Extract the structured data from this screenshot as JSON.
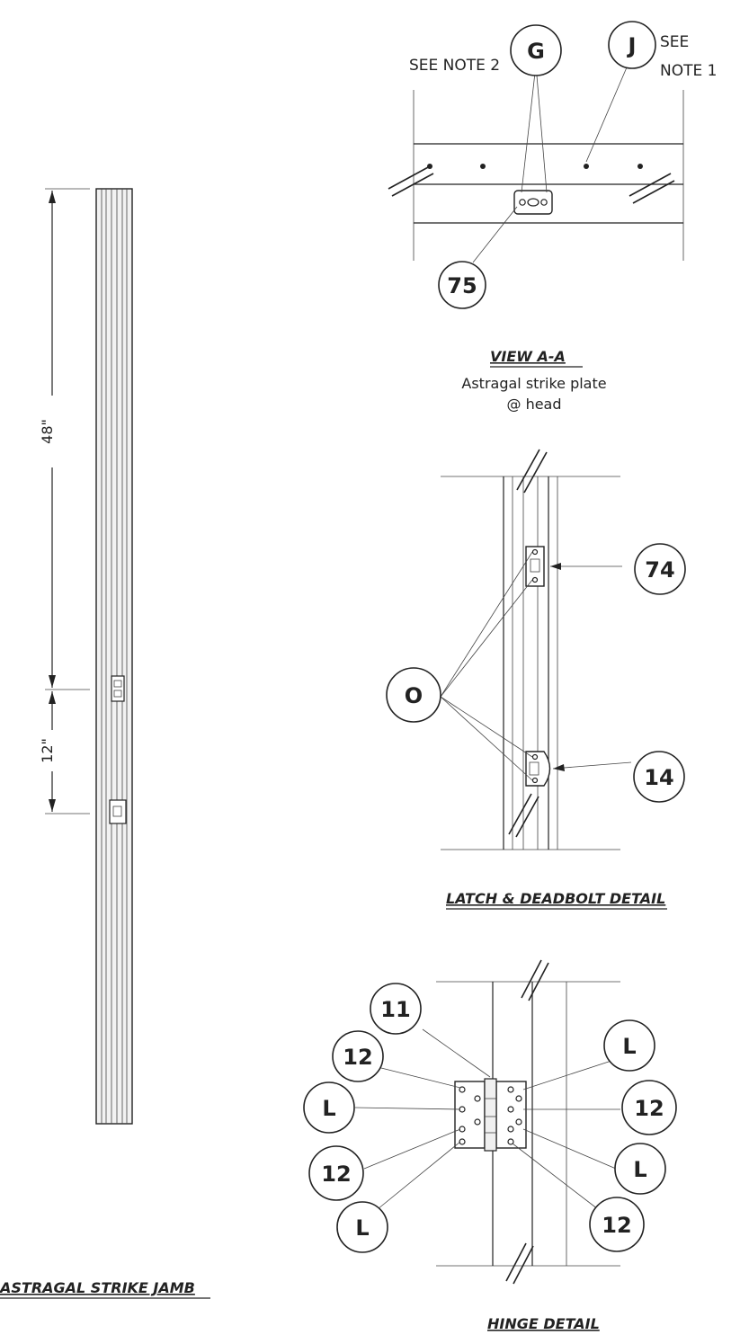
{
  "views": {
    "view_aa": {
      "title": "VIEW A-A",
      "caption_line1": "Astragal strike plate",
      "caption_line2": "@ head",
      "note2": "SEE NOTE 2",
      "note1_line1": "SEE",
      "note1_line2": "NOTE 1",
      "callouts": {
        "g": "G",
        "j": "J",
        "n75": "75"
      }
    },
    "latch": {
      "title": "LATCH & DEADBOLT DETAIL",
      "callouts": {
        "n74": "74",
        "o": "O",
        "n14": "14"
      }
    },
    "hinge": {
      "title": "HINGE DETAIL",
      "callouts": {
        "n11": "11",
        "n12_a": "12",
        "l_a": "L",
        "n12_b": "12",
        "l_b": "L",
        "l_c": "L",
        "n12_c": "12",
        "l_d": "L",
        "n12_d": "12"
      }
    },
    "jamb": {
      "title": "ASTRAGAL STRIKE JAMB",
      "dim_48": "48\"",
      "dim_12": "12\""
    }
  }
}
